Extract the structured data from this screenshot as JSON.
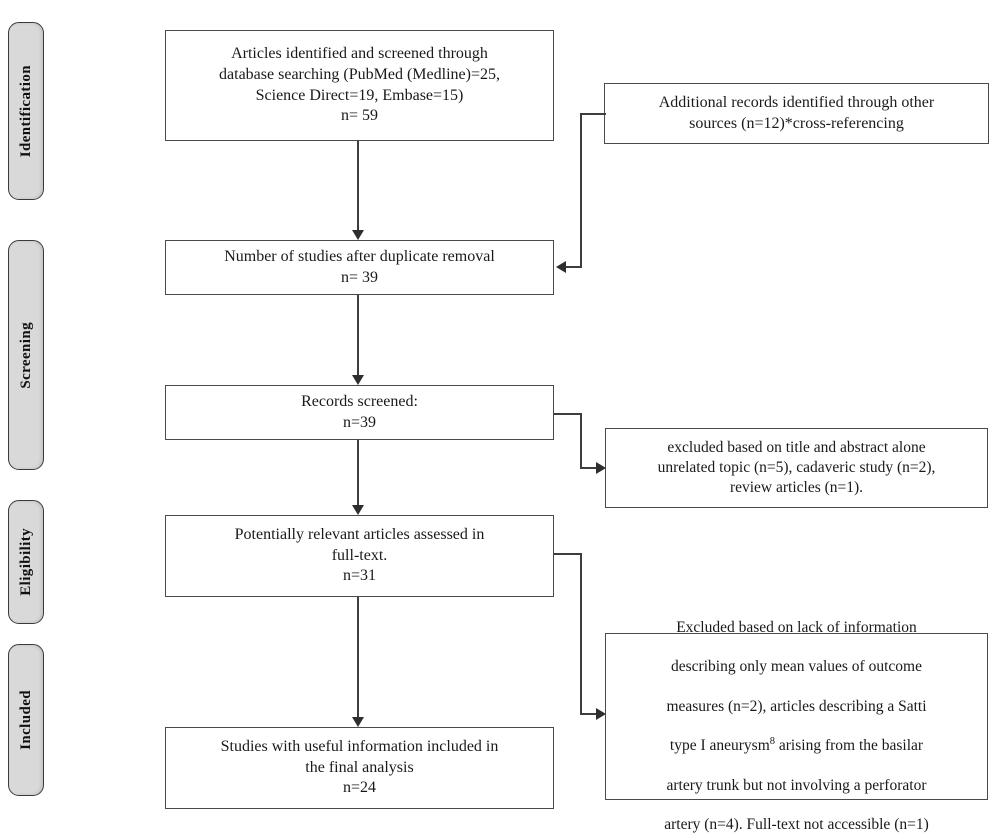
{
  "figure": {
    "type": "prisma-flow-diagram",
    "title": "PRISMA study selection flow diagram"
  },
  "stages": [
    {
      "id": "identification",
      "label": "Identification"
    },
    {
      "id": "screening",
      "label": "Screening"
    },
    {
      "id": "eligibility",
      "label": "Eligibility"
    },
    {
      "id": "included",
      "label": "Included"
    }
  ],
  "boxes": {
    "identified": {
      "text": "Articles identified and screened  through\ndatabase searching (PubMed (Medline)=25,\nScience Direct=19, Embase=15)\nn= 59",
      "n": 59,
      "sources": [
        {
          "name": "PubMed (Medline)",
          "count": 25
        },
        {
          "name": "Science Direct",
          "count": 19
        },
        {
          "name": "Embase",
          "count": 15
        }
      ]
    },
    "additional_records": {
      "text": "Additional records identified through other\nsources (n=12)*cross-referencing",
      "n": 12
    },
    "after_duplicates": {
      "text": "Number of studies after duplicate removal\nn= 39",
      "n": 39
    },
    "records_screened": {
      "text": "Records screened:\nn=39",
      "n": 39
    },
    "excluded_title_abstract": {
      "text": "excluded based on title and abstract alone\nunrelated topic (n=5), cadaveric study (n=2),\nreview articles (n=1).",
      "reasons": [
        {
          "reason": "unrelated topic",
          "n": 5
        },
        {
          "reason": "cadaveric study",
          "n": 2
        },
        {
          "reason": "review articles",
          "n": 1
        }
      ]
    },
    "full_text_assessed": {
      "text": "Potentially relevant articles assessed in\nfull-text.\nn=31",
      "n": 31
    },
    "excluded_full_text": {
      "line1": "Excluded based on lack of information",
      "line2": "describing only mean values of outcome",
      "line3": "measures (n=2), articles describing a Satti",
      "line4_pre": "type I aneurysm",
      "line4_sup": "8",
      "line4_post": " arising from the basilar",
      "line5": "artery trunk but not involving a perforator",
      "line6": "artery (n=4). Full-text not accessible  (n=1)",
      "reasons": [
        {
          "reason": "describing only mean values of outcome measures",
          "n": 2
        },
        {
          "reason": "articles describing a Satti type I aneurysm arising from the basilar artery trunk but not involving a perforator artery",
          "n": 4
        },
        {
          "reason": "Full-text not accessible",
          "n": 1
        }
      ]
    },
    "included_final": {
      "text": "Studies with useful information included in\nthe final analysis\nn=24",
      "n": 24
    }
  },
  "colors": {
    "box_border": "#4a4a4a",
    "box_fill": "#ffffff",
    "stage_fill": "#d9d9d9",
    "stage_border": "#3a3a3a",
    "connector": "#3d3d3d",
    "text": "#1a1a1a"
  }
}
